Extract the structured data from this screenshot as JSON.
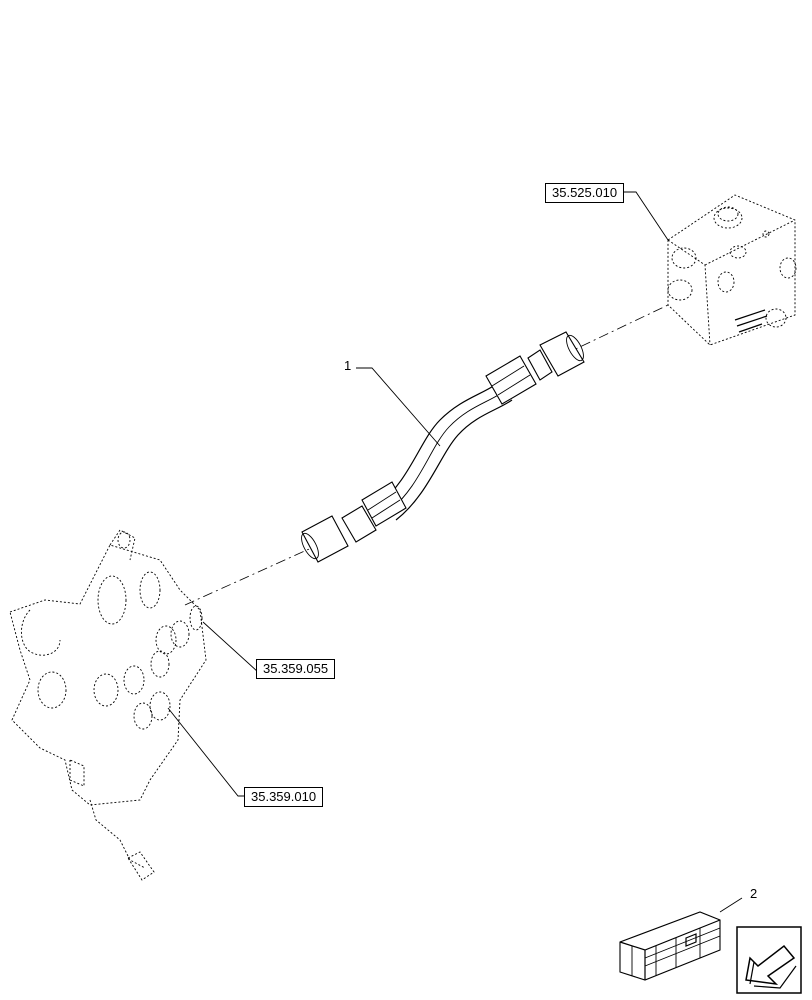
{
  "references": {
    "valve_block_ref": "35.525.010",
    "port_fitting_ref": "35.359.055",
    "control_valve_ref": "35.359.010"
  },
  "callouts": {
    "hose_number": "1",
    "kit_number": "2"
  },
  "icons": {
    "navigation": "arrow-icon",
    "kit": "crate-icon"
  }
}
